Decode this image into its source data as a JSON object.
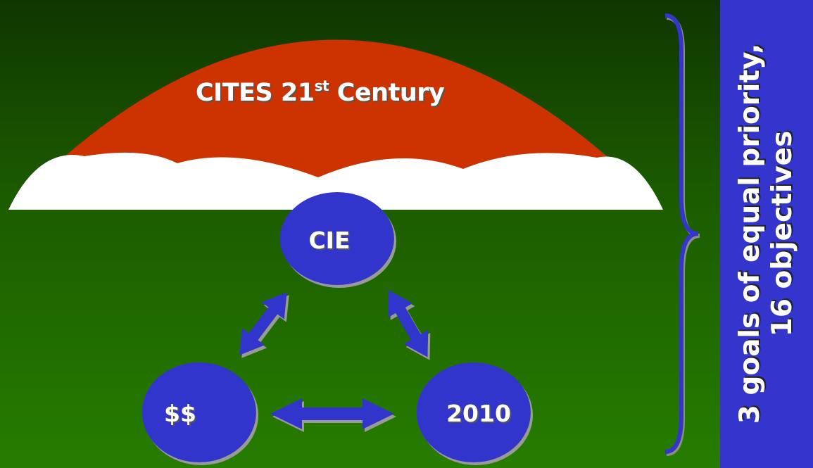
{
  "umbrella": {
    "title": "CITES 21",
    "title_sup": "st",
    "title_suffix": " Century",
    "color": "#cc3300"
  },
  "nodes": {
    "cie": "CIE",
    "money": "$$",
    "year": "2010",
    "color": "#3335cc"
  },
  "sidebar": {
    "line1": "3 goals of equal priority,",
    "line2": "16 objectives",
    "color": "#3335cc"
  }
}
